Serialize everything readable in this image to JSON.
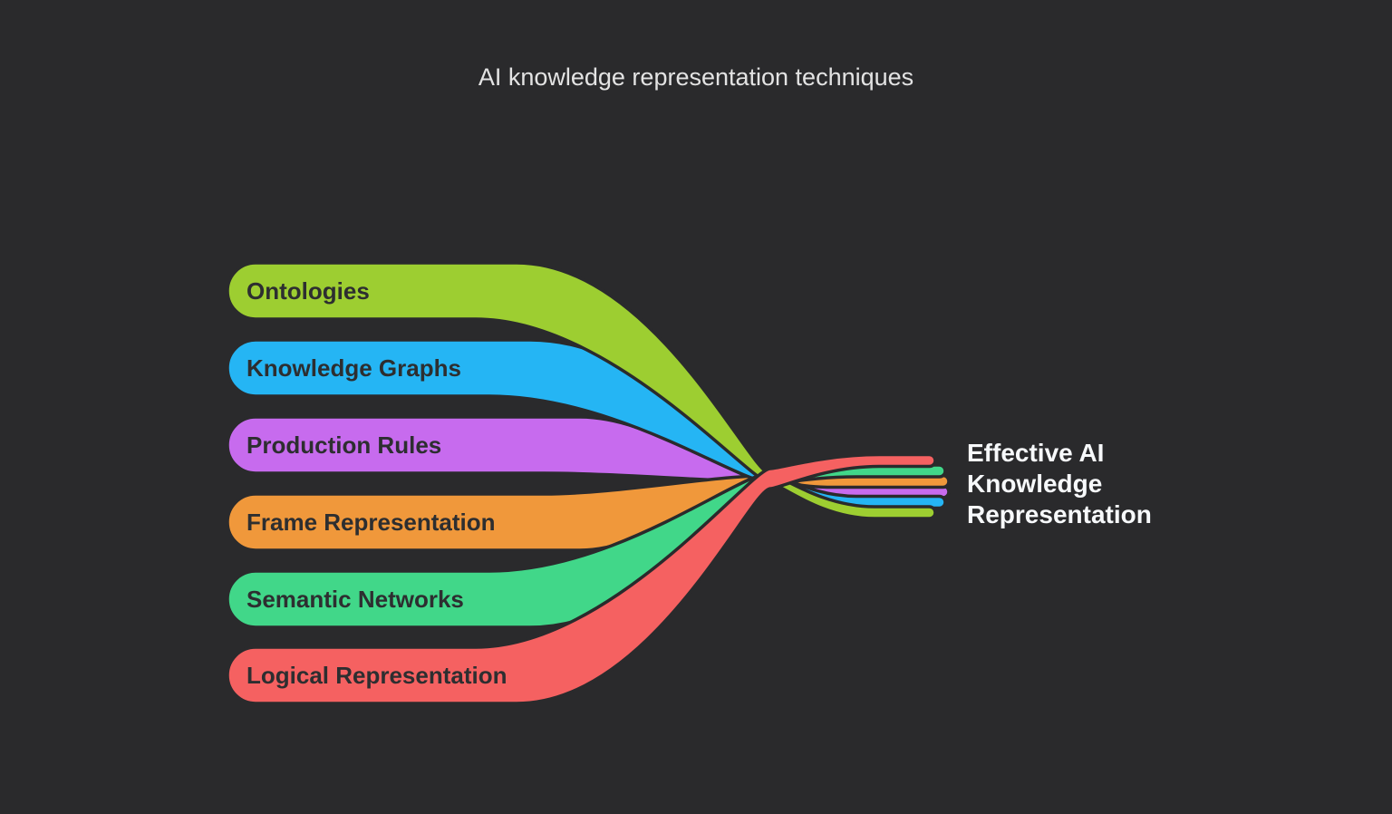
{
  "title": "AI knowledge representation techniques",
  "diagram_type": "mindmap-convergence",
  "branches": [
    {
      "label": "Ontologies",
      "color": "#9dce31"
    },
    {
      "label": "Knowledge Graphs",
      "color": "#25b5f4"
    },
    {
      "label": "Production Rules",
      "color": "#c76bee"
    },
    {
      "label": "Frame Representation",
      "color": "#f0983b"
    },
    {
      "label": "Semantic Networks",
      "color": "#41d789"
    },
    {
      "label": "Logical Representation",
      "color": "#f56161"
    }
  ],
  "center_label": {
    "lines": [
      "Effective AI",
      "Knowledge",
      "Representation"
    ]
  },
  "colors": {
    "background": "#2a2a2c",
    "title_text": "#e3e3e3",
    "center_text": "#f7f9fb",
    "branch_text": "#2d2e30"
  }
}
